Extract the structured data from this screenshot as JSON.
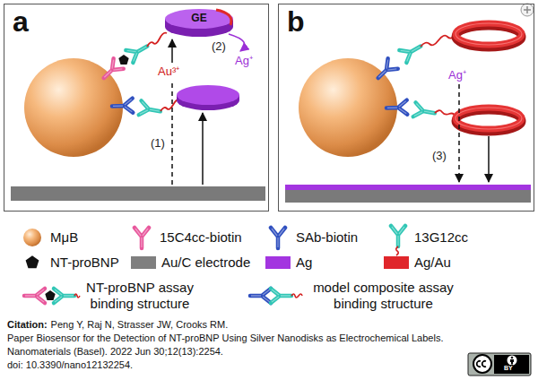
{
  "diagram": {
    "nodes": [
      {
        "text": [
          "a"
        ]
      },
      {
        "text": [
          "GE"
        ],
        "in": 0
      },
      {
        "text": [
          "b"
        ]
      }
    ],
    "labels": [
      "Au³⁺",
      "(2)",
      "Ag⁺",
      "(1)",
      "Ag⁺",
      "(3)",
      "Citation:",
      "Peng Y, Raj N, Strasser JW, Crooks RM.",
      "Paper Biosensor for the Detection of NT-proBNP Using Silver Nanodisks as Electrochemical Labels.",
      "Nanomaterials (Basel). 2022 Jun 30;12(13):2254.",
      "doi: 10.3390/nano12132254.",
      "BY"
    ],
    "legend": [
      {
        "text": "MμB"
      },
      {
        "text": "15C4cc-biotin"
      },
      {
        "text": "SAb-biotin"
      },
      {
        "text": "13G12cc"
      },
      {
        "text": "NT-proBNP"
      },
      {
        "text": "Au/C electrode",
        "color": "#7f7f7f"
      },
      {
        "text": "Ag",
        "color": "#a335e0"
      },
      {
        "text": "Ag/Au",
        "color": "#e0262b"
      },
      {
        "text": "NT-proBNP assay binding structure"
      },
      {
        "text": "model composite assay binding structure"
      }
    ]
  }
}
